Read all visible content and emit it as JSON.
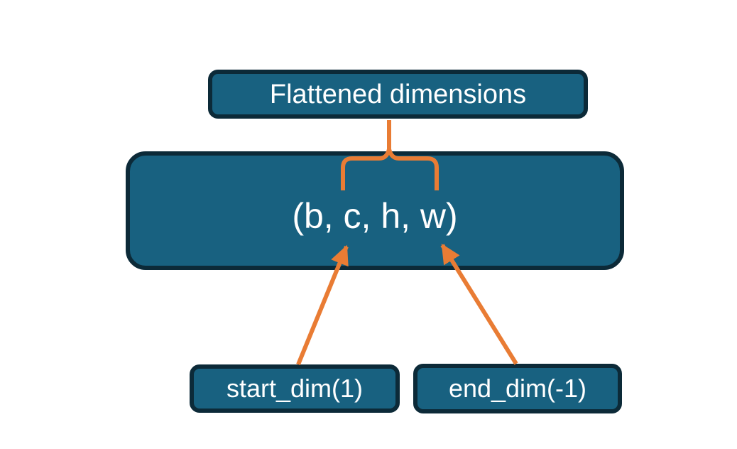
{
  "diagram": {
    "title_box": {
      "label": "Flattened dimensions"
    },
    "tensor_box": {
      "label": "(b, c, h, w)"
    },
    "start_dim_box": {
      "label": "start_dim(1)"
    },
    "end_dim_box": {
      "label": "end_dim(-1)"
    },
    "connectors": {
      "brace": "brace grouping c..h..w dims inside tensor box, linked up to title box",
      "left_arrow": "from start_dim box up to dim c",
      "right_arrow": "from end_dim box up to dim w"
    }
  },
  "colors": {
    "box-fill": "#186180",
    "box-border": "#0c2a38",
    "accent": "#e97c34",
    "text": "#ffffff",
    "background": "#ffffff"
  }
}
